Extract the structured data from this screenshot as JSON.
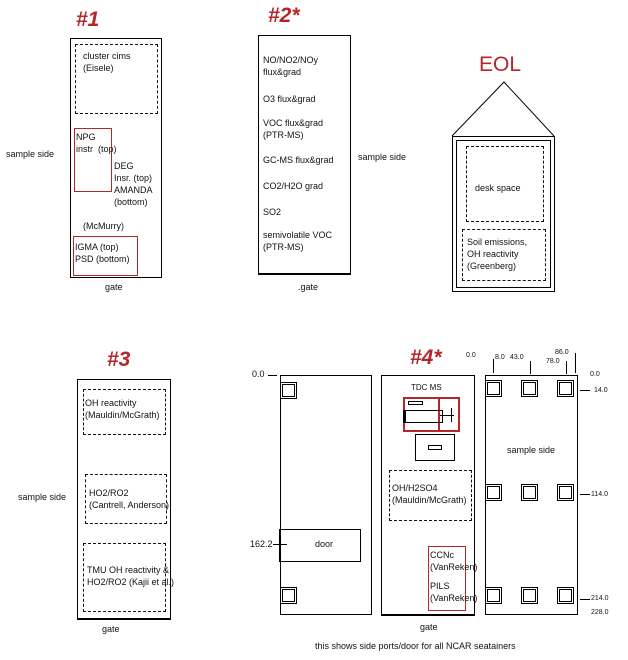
{
  "c1": {
    "title": "#1",
    "cluster": "cluster cims\n(Eisele)",
    "npg": "NPG\ninstr  (top)",
    "deg": "DEG\nInsr. (top)\nAMANDA\n(bottom)",
    "mcmurry": "(McMurry)",
    "igma": "IGMA (top)\nPSD (bottom)",
    "gate": "gate",
    "side": "sample side"
  },
  "c2": {
    "title": "#2*",
    "items": [
      "NO/NO2/NOy\nflux&grad",
      "O3 flux&grad",
      "VOC flux&grad\n(PTR-MS)",
      "GC-MS flux&grad",
      "CO2/H2O grad",
      "SO2",
      "semivolatile VOC\n(PTR-MS)"
    ],
    "gate": ".gate",
    "side": "sample side"
  },
  "eol": {
    "title": "EOL",
    "desk": "desk space",
    "soil": "Soil emissions,\nOH reactivity\n(Greenberg)"
  },
  "c3": {
    "title": "#3",
    "a": "OH reactivity\n(Mauldin/McGrath)",
    "b": "HO2/RO2\n(Cantrell, Anderson)",
    "c": "TMU OH reactivity &\nHO2/RO2 (Kajii et al.)",
    "side": "sample side",
    "gate": "gate"
  },
  "c4": {
    "title": "#4*",
    "tdc": "TDC MS",
    "oh": "OH/H2SO4\n(Mauldin/McGrath)",
    "ccnc": "CCNc\n(VanReken)",
    "pils": "PILS\n(VanReken)",
    "gate": "gate",
    "door": "door",
    "side": "sample side",
    "dims": {
      "top0": "0.0",
      "x8": "8.0",
      "x43": "43.0",
      "x78": "78.0",
      "x86": "86.0",
      "y0": "0.0",
      "y14": "14.0",
      "y114": "114.0",
      "y214": "214.0",
      "y228": "228.0",
      "left0": "0.0",
      "door_y": "162.2"
    }
  },
  "caption": "this shows side ports/door for all NCAR seatainers",
  "colors": {
    "accent": "#b3262b"
  }
}
